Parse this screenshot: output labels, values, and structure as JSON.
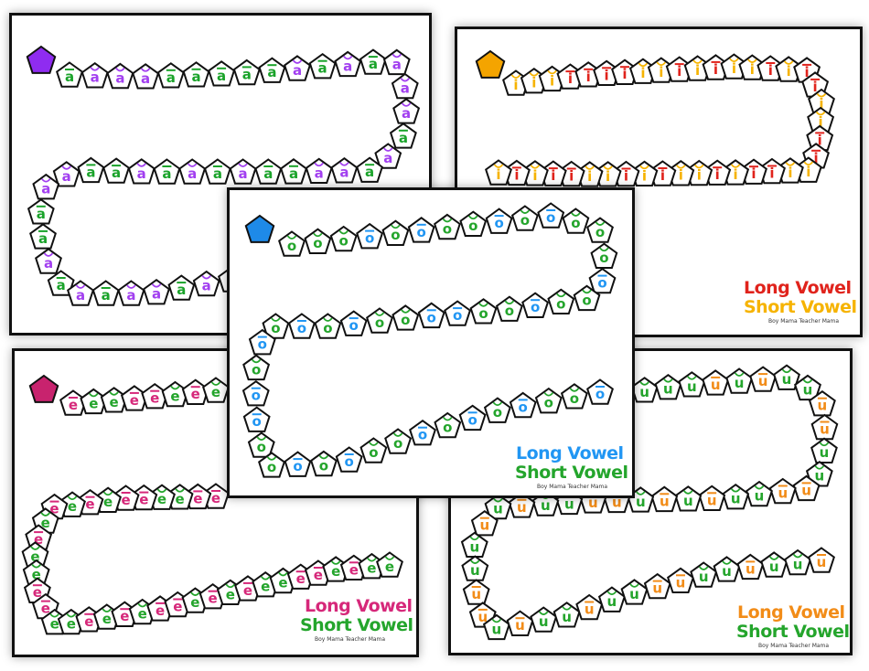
{
  "boards": [
    {
      "id": "a",
      "vowel_letter": "a",
      "marker_color": "#8f2cf0",
      "long_color": "#1aa32a",
      "short_color": "#a23ff0",
      "long_label": "",
      "short_label": "",
      "credit": "",
      "pattern": "LSSSLLLLLSLSLSSSLSLSSLLSLSLSLLSSLLSLSLSSLSL"
    },
    {
      "id": "i",
      "vowel_letter": "i",
      "marker_color": "#f4a400",
      "long_color": "#e0231c",
      "short_color": "#f6b300",
      "long_label": "Long Vowel",
      "short_label": "Short Vowel",
      "credit": "Boy Mama Teacher Mama",
      "pattern": "SSSLLLLSSLSLSSLSLLSSLLSSLLSLSSLSLSSLLSLS"
    },
    {
      "id": "e",
      "vowel_letter": "e",
      "marker_color": "#c8236e",
      "long_color": "#d6287a",
      "short_color": "#24a52c",
      "long_label": "Long Vowel",
      "short_label": "Short Vowel",
      "credit": "Boy Mama Teacher Mama",
      "pattern": "LSSLLSLSLLSSLLSLSLSLSSLLSSLSLSLLSLSLSSLLSLSS"
    },
    {
      "id": "u",
      "vowel_letter": "u",
      "marker_color": "#f28c18",
      "long_color": "#f28c18",
      "short_color": "#24a52c",
      "long_label": "Long Vowel",
      "short_label": "Short Vowel",
      "credit": "Boy Mama Teacher Mama",
      "pattern": "LSSSSLSLSSLLSSLLSSLSLSLLSSLSLSSLLSLSSLSSLLSSLSSL"
    },
    {
      "id": "o",
      "vowel_letter": "o",
      "marker_color": "#1e8ae8",
      "long_color": "#2196f3",
      "short_color": "#24a52c",
      "long_label": "Long Vowel",
      "short_label": "Short Vowel",
      "credit": "Boy Mama Teacher Mama",
      "pattern": "SSSLSLSSLSLSSSLSSLSSLLSSLSLSLSLLSSLSLSSLSLSLSSL"
    }
  ]
}
